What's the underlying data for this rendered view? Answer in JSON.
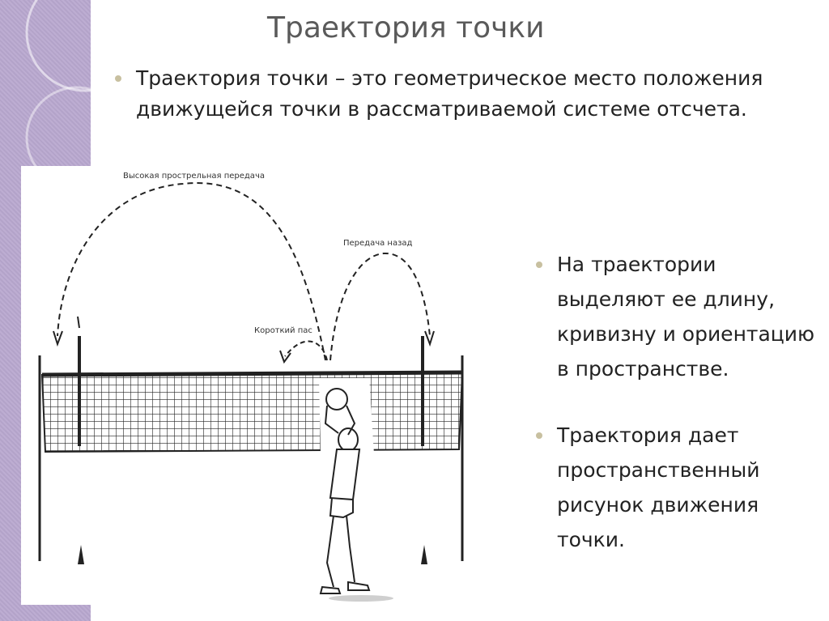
{
  "slide": {
    "title": "Траектория точки",
    "bullet_definition": "Траектория точки – это геометрическое место положения движущейся точки в рассматриваемой системе отсчета.",
    "bullet_characteristics": "На траектории выделяют ее длину, кривизну и ориентацию в пространстве.",
    "bullet_picture": "Траектория дает пространственный рисунок движения точки."
  },
  "illustration": {
    "label_high_pass": "Высокая прострельная передача",
    "label_back_pass": "Передача назад",
    "label_short_pass": "Короткий пас"
  },
  "colors": {
    "sidebar": "#b9a8cf",
    "title_text": "#5a5a5a",
    "bullet_dot": "#c8c0a0"
  }
}
